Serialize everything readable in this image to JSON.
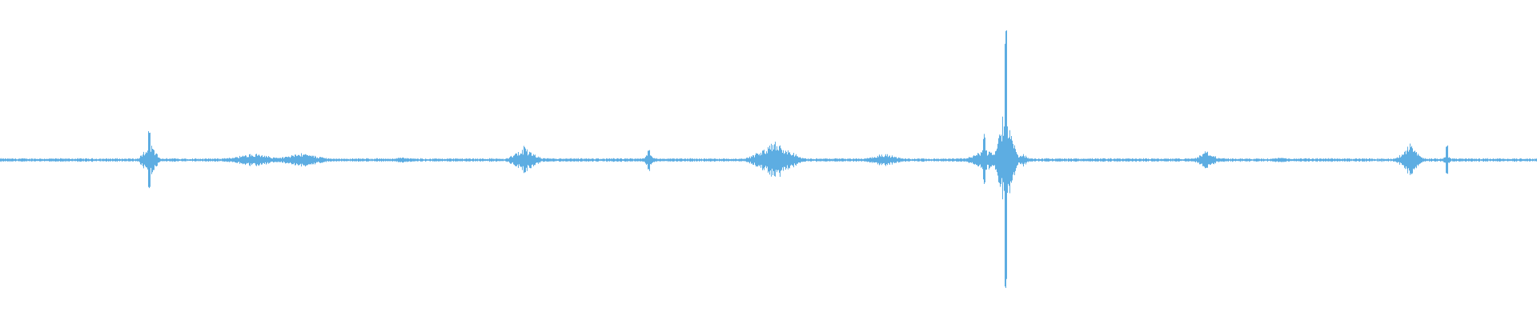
{
  "waveform": {
    "color": "#5dade2",
    "baseline_color": "#5dade2",
    "duration_fraction_total": 1.0,
    "max_amplitude": 1.0,
    "bursts": [
      {
        "center": 0.097,
        "width": 0.01,
        "amplitude": 0.12,
        "spike": 0.2
      },
      {
        "center": 0.165,
        "width": 0.03,
        "amplitude": 0.05,
        "spike": 0.0
      },
      {
        "center": 0.196,
        "width": 0.03,
        "amplitude": 0.05,
        "spike": 0.0
      },
      {
        "center": 0.262,
        "width": 0.02,
        "amplitude": 0.02,
        "spike": 0.0
      },
      {
        "center": 0.341,
        "width": 0.016,
        "amplitude": 0.09,
        "spike": 0.1
      },
      {
        "center": 0.422,
        "width": 0.006,
        "amplitude": 0.06,
        "spike": 0.08
      },
      {
        "center": 0.504,
        "width": 0.024,
        "amplitude": 0.14,
        "spike": 0.0
      },
      {
        "center": 0.575,
        "width": 0.02,
        "amplitude": 0.05,
        "spike": 0.0
      },
      {
        "center": 0.64,
        "width": 0.016,
        "amplitude": 0.09,
        "spike": 0.18
      },
      {
        "center": 0.654,
        "width": 0.01,
        "amplitude": 0.42,
        "spike": 1.0
      },
      {
        "center": 0.665,
        "width": 0.008,
        "amplitude": 0.05,
        "spike": 0.0
      },
      {
        "center": 0.785,
        "width": 0.012,
        "amplitude": 0.07,
        "spike": 0.0
      },
      {
        "center": 0.833,
        "width": 0.015,
        "amplitude": 0.02,
        "spike": 0.0
      },
      {
        "center": 0.917,
        "width": 0.012,
        "amplitude": 0.12,
        "spike": 0.0
      },
      {
        "center": 0.941,
        "width": 0.004,
        "amplitude": 0.05,
        "spike": 0.1
      }
    ],
    "noise_floor": 0.012
  }
}
